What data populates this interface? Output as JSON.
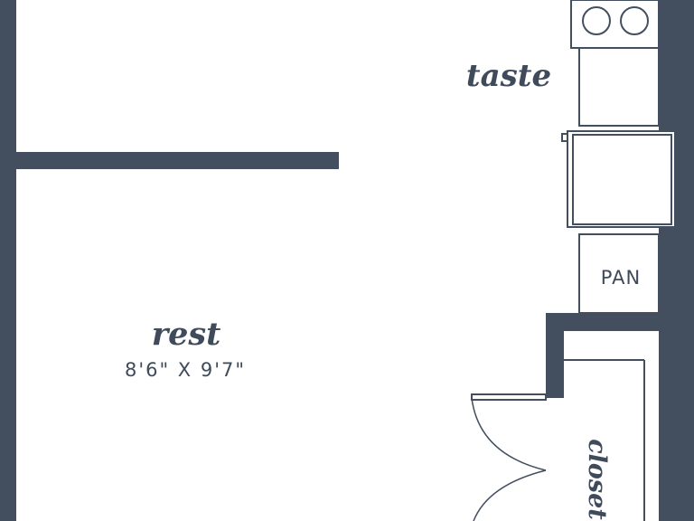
{
  "colors": {
    "wall": "#434f5f",
    "line": "#3f4a5b",
    "background": "#ffffff"
  },
  "rooms": {
    "taste": {
      "name": "taste"
    },
    "rest": {
      "name": "rest",
      "dimensions": "8'6\" X 9'7\""
    },
    "closet": {
      "name": "closet"
    }
  },
  "fixtures": {
    "pantry_label": "PAN",
    "cooktop_icon": "cooktop-burners-icon",
    "fridge_icon": "refrigerator-icon",
    "door_icon": "double-swing-door-icon"
  }
}
